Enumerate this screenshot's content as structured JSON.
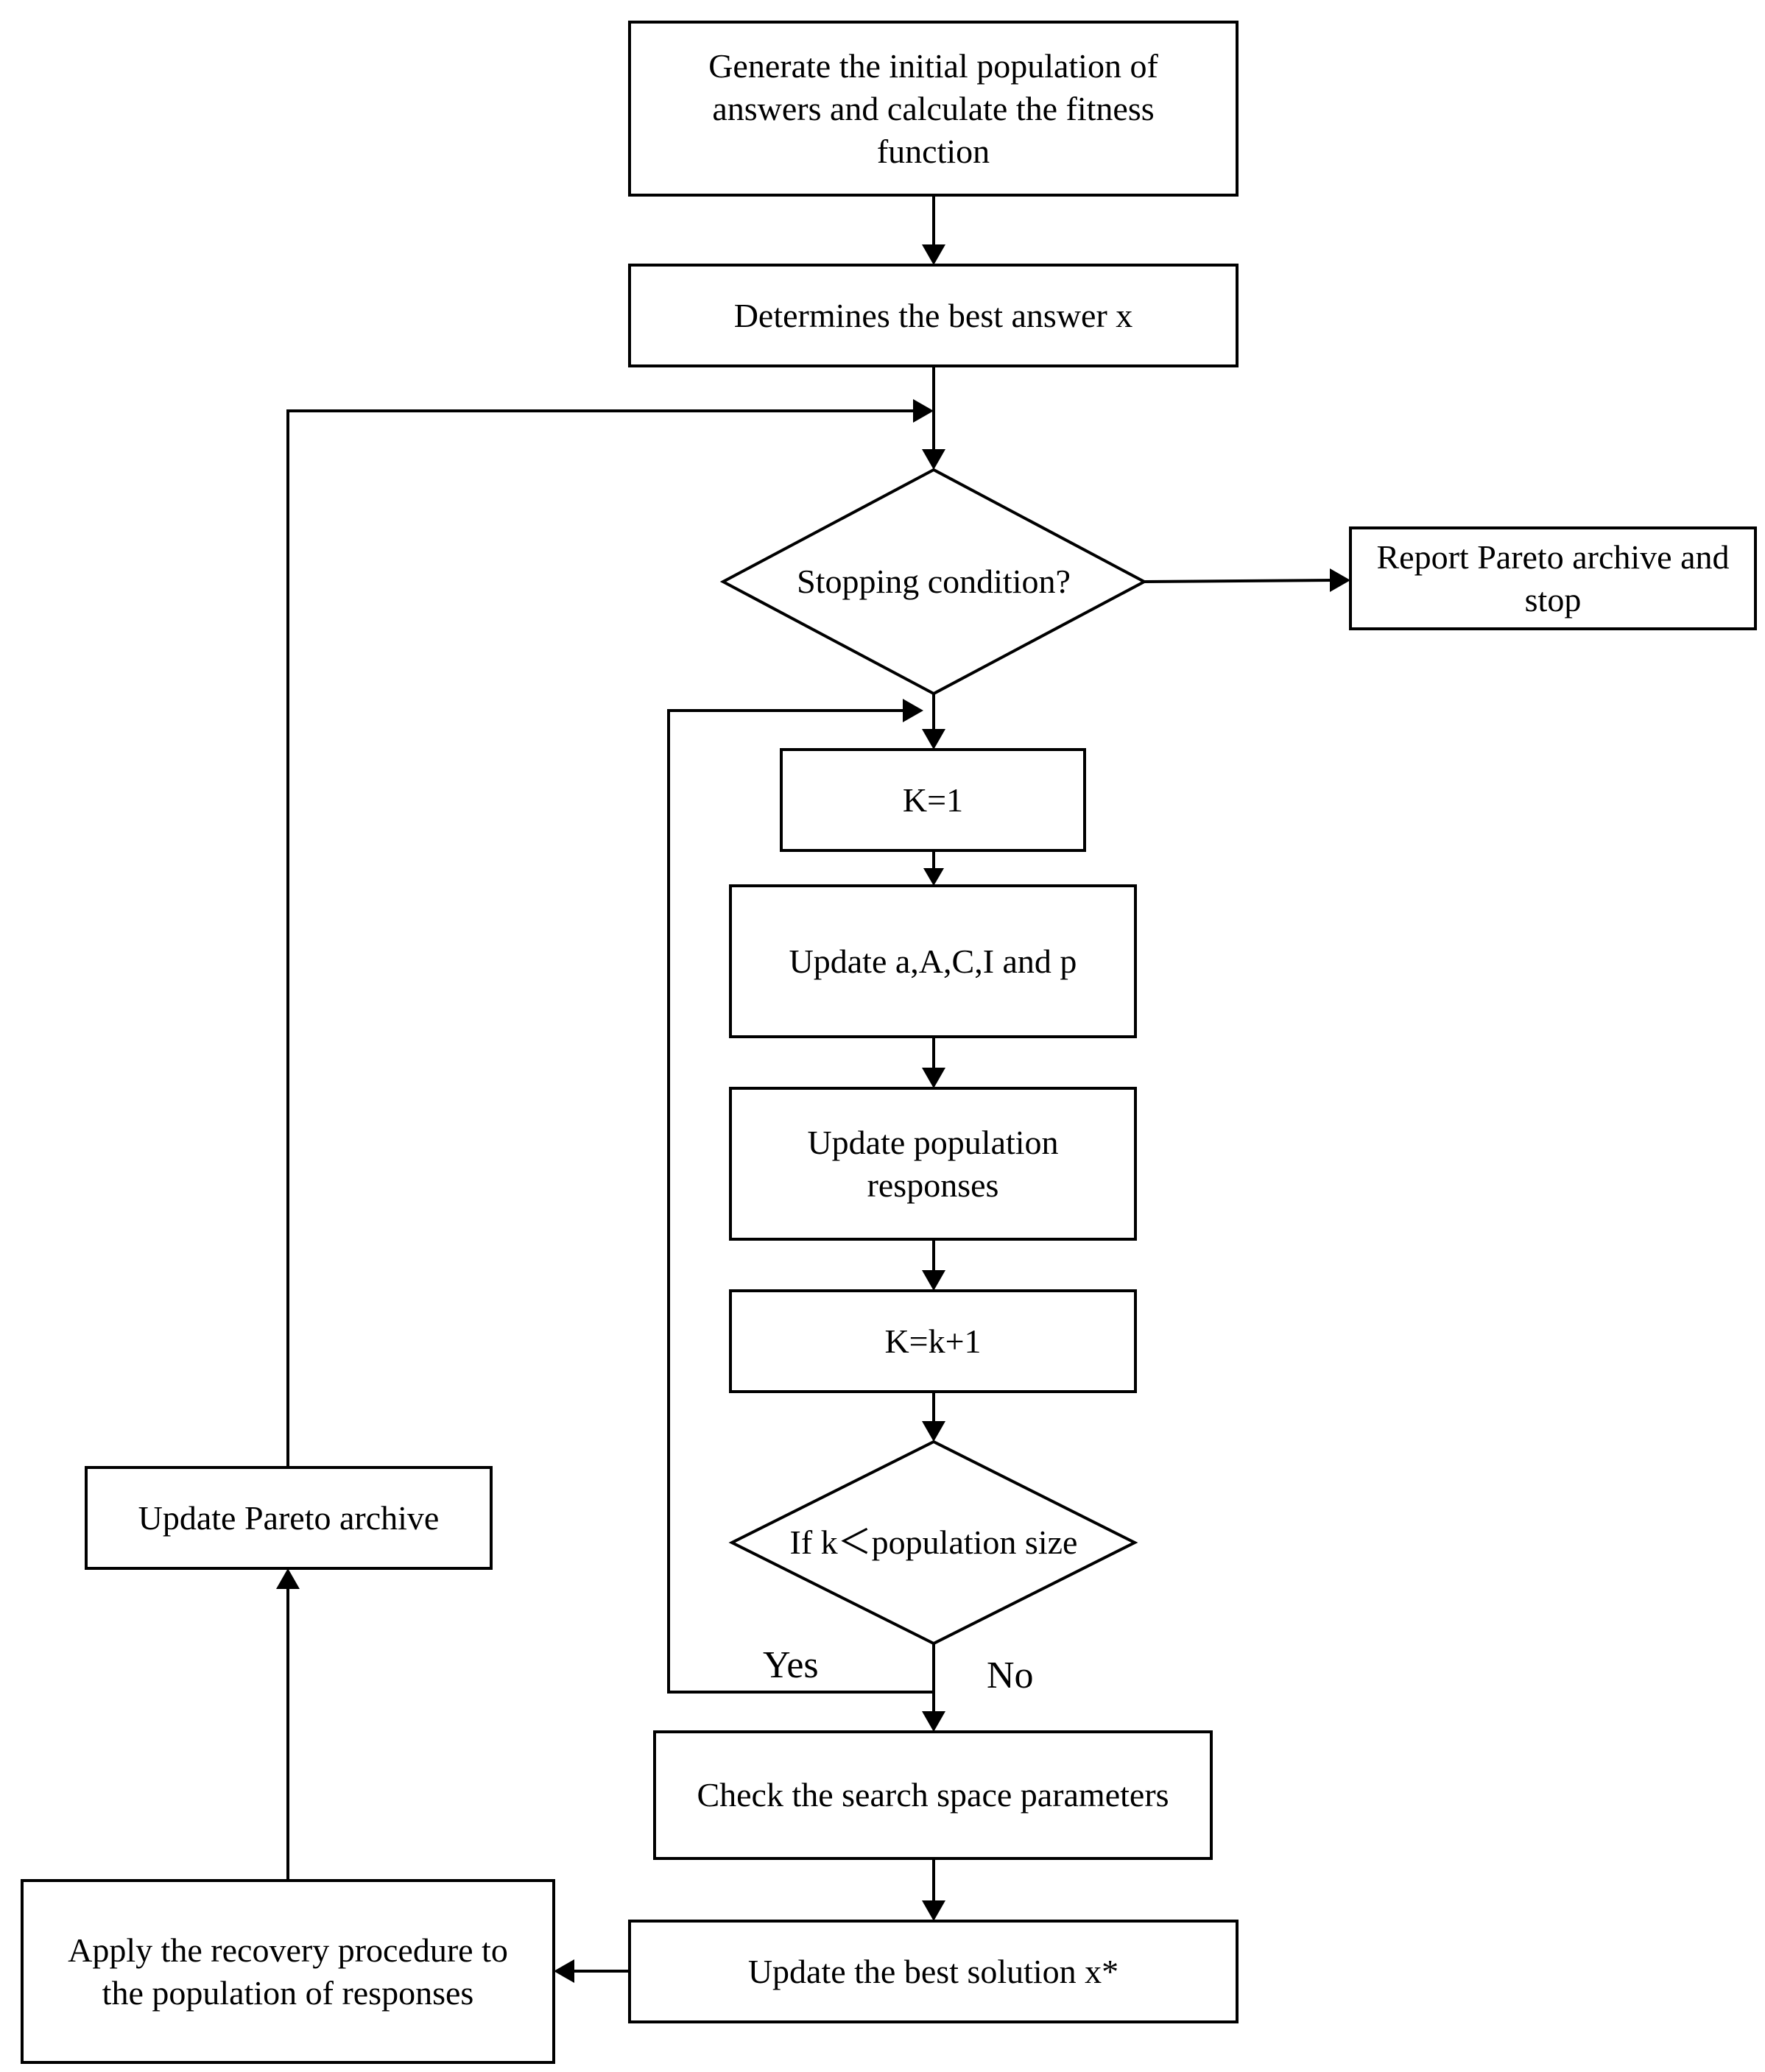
{
  "nodes": {
    "generate": "Generate the initial population of answers and calculate the fitness function",
    "best_answer": "Determines the best answer x",
    "stopping": "Stopping condition?",
    "report": "Report Pareto archive and stop",
    "k1": "K=1",
    "update_params": "Update a,A,C,I and p",
    "update_population": "Update population responses",
    "k_inc": "K=k+1",
    "if_k": "If k＜population size",
    "check": "Check the search space parameters",
    "update_best": "Update the best solution x*",
    "recovery": "Apply the recovery procedure to the population of responses",
    "pareto": "Update Pareto archive"
  },
  "edge_labels": {
    "yes": "Yes",
    "no": "No"
  },
  "colors": {
    "stroke": "#000000",
    "background": "#ffffff"
  }
}
